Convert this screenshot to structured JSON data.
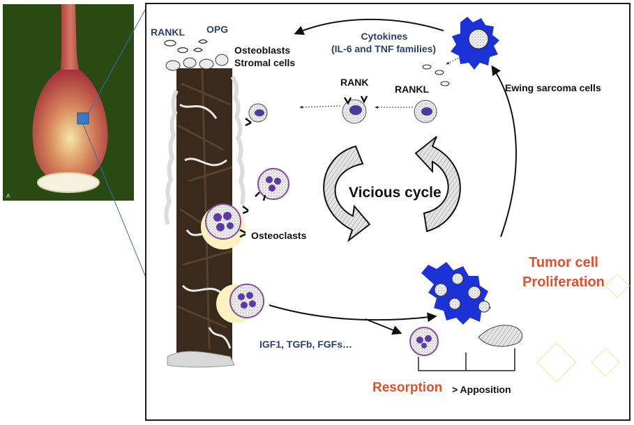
{
  "labels": {
    "rankl_top": "RANKL",
    "opg": "OPG",
    "osteoblasts": "Osteoblasts",
    "stromal": "Stromal cells",
    "cytokines_1": "Cytokines",
    "cytokines_2": "(IL-6 and TNF families)",
    "rank": "RANK",
    "rankl_mid": "RANKL",
    "ewing": "Ewing sarcoma cells",
    "vicious": "Vicious cycle",
    "osteoclasts": "Osteoclasts",
    "tumor_1": "Tumor cell",
    "tumor_2": "Proliferation",
    "growth_factors": "IGF1, TGFb, FGFs…",
    "resorption": "Resorption",
    "apposition": "> Apposition",
    "panel_letter": "A"
  },
  "colors": {
    "navy_text": "#2b3f6e",
    "red_text": "#e0502f",
    "tumor_blue": "#1b33d6",
    "nucleus_purple": "#5b3aa8",
    "bone_brown": "#3a2a1c",
    "halo_yellow": "#fbf3bf",
    "photo_bg": "#2a4a14"
  }
}
